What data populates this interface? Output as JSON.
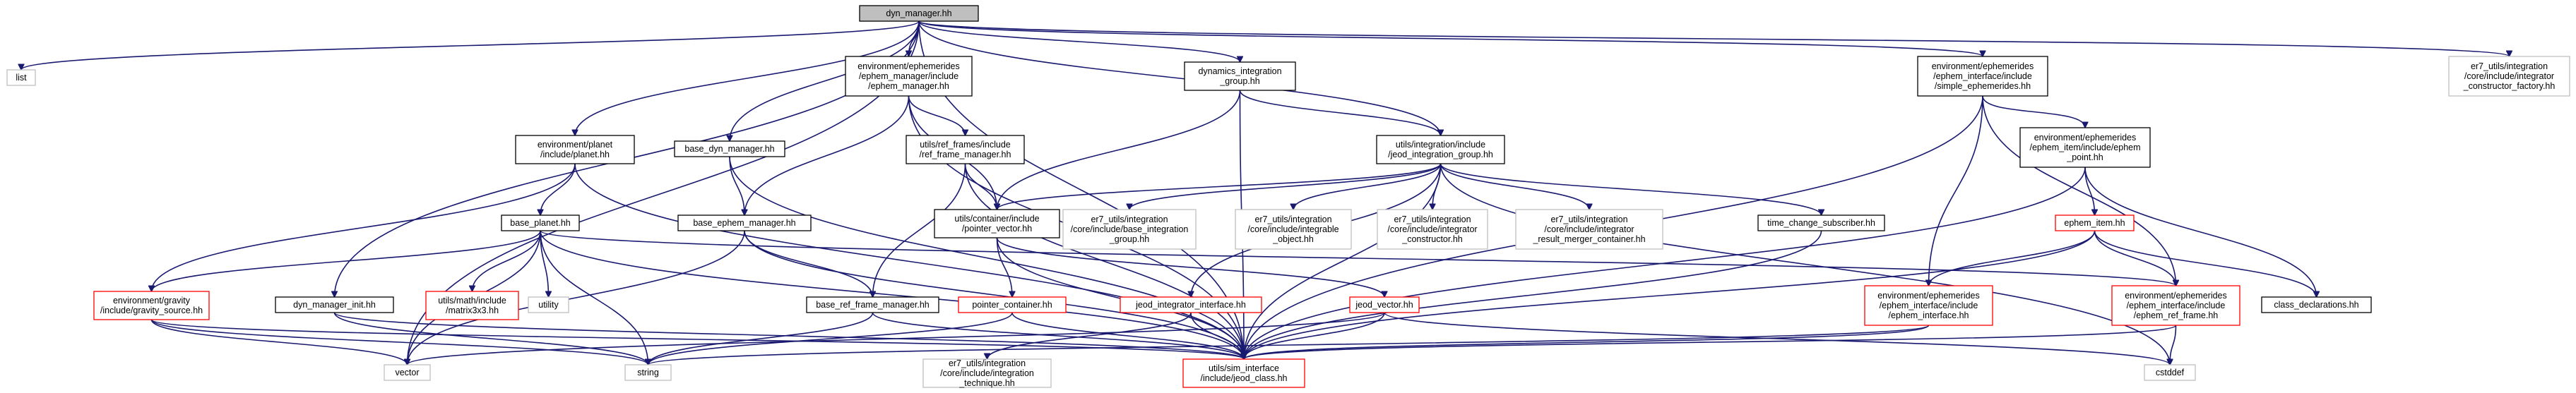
{
  "graph": {
    "colors": {
      "root_fill": "#bfbfbf",
      "root_border": "#000000",
      "normal_border": "#000000",
      "system_border": "#bfbfbf",
      "red_border": "#ff0000",
      "edge": "#191970",
      "text": "#000000",
      "background": "#ffffff"
    },
    "nodes": [
      {
        "id": "dyn_manager_hh",
        "style": "root",
        "lines": [
          "dyn_manager.hh"
        ]
      },
      {
        "id": "list",
        "style": "system",
        "lines": [
          "list"
        ]
      },
      {
        "id": "planet_hh",
        "style": "normal",
        "lines": [
          "environment/planet",
          "/include/planet.hh"
        ]
      },
      {
        "id": "ephem_manager_hh",
        "style": "normal",
        "lines": [
          "environment/ephemerides",
          "/ephem_manager/include",
          "/ephem_manager.hh"
        ]
      },
      {
        "id": "base_dyn_manager_hh",
        "style": "normal",
        "lines": [
          "base_dyn_manager.hh"
        ]
      },
      {
        "id": "dynamics_integration_group_hh",
        "style": "normal",
        "lines": [
          "dynamics_integration",
          "_group.hh"
        ]
      },
      {
        "id": "ref_frame_manager_hh",
        "style": "normal",
        "lines": [
          "utils/ref_frames/include",
          "/ref_frame_manager.hh"
        ]
      },
      {
        "id": "jeod_integration_group_hh",
        "style": "normal",
        "lines": [
          "utils/integration/include",
          "/jeod_integration_group.hh"
        ]
      },
      {
        "id": "simple_ephemerides_hh",
        "style": "normal",
        "lines": [
          "environment/ephemerides",
          "/ephem_interface/include",
          "/simple_ephemerides.hh"
        ]
      },
      {
        "id": "integrator_constructor_factory_hh",
        "style": "system",
        "lines": [
          "er7_utils/integration",
          "/core/include/integrator",
          "_constructor_factory.hh"
        ]
      },
      {
        "id": "ephem_point_hh",
        "style": "normal",
        "lines": [
          "environment/ephemerides",
          "/ephem_item/include/ephem",
          "_point.hh"
        ]
      },
      {
        "id": "base_planet_hh",
        "style": "normal",
        "lines": [
          "base_planet.hh"
        ]
      },
      {
        "id": "base_ephem_manager_hh",
        "style": "normal",
        "lines": [
          "base_ephem_manager.hh"
        ]
      },
      {
        "id": "pointer_vector_hh",
        "style": "normal",
        "lines": [
          "utils/container/include",
          "/pointer_vector.hh"
        ]
      },
      {
        "id": "base_integration_group_hh",
        "style": "system",
        "lines": [
          "er7_utils/integration",
          "/core/include/base_integration",
          "_group.hh"
        ]
      },
      {
        "id": "integrable_object_hh",
        "style": "system",
        "lines": [
          "er7_utils/integration",
          "/core/include/integrable",
          "_object.hh"
        ]
      },
      {
        "id": "integrator_constructor_hh",
        "style": "system",
        "lines": [
          "er7_utils/integration",
          "/core/include/integrator",
          "_constructor.hh"
        ]
      },
      {
        "id": "integrator_result_merger_container_hh",
        "style": "system",
        "lines": [
          "er7_utils/integration",
          "/core/include/integrator",
          "_result_merger_container.hh"
        ]
      },
      {
        "id": "time_change_subscriber_hh",
        "style": "normal",
        "lines": [
          "time_change_subscriber.hh"
        ]
      },
      {
        "id": "ephem_item_hh",
        "style": "red",
        "lines": [
          "ephem_item.hh"
        ]
      },
      {
        "id": "gravity_source_hh",
        "style": "red",
        "lines": [
          "environment/gravity",
          "/include/gravity_source.hh"
        ]
      },
      {
        "id": "matrix3x3_hh",
        "style": "red",
        "lines": [
          "utils/math/include",
          "/matrix3x3.hh"
        ]
      },
      {
        "id": "utility",
        "style": "system",
        "lines": [
          "utility"
        ]
      },
      {
        "id": "dyn_manager_init_hh",
        "style": "normal",
        "lines": [
          "dyn_manager_init.hh"
        ]
      },
      {
        "id": "base_ref_frame_manager_hh",
        "style": "normal",
        "lines": [
          "base_ref_frame_manager.hh"
        ]
      },
      {
        "id": "pointer_container_hh",
        "style": "red",
        "lines": [
          "pointer_container.hh"
        ]
      },
      {
        "id": "jeod_integrator_interface_hh",
        "style": "red",
        "lines": [
          "jeod_integrator_interface.hh"
        ]
      },
      {
        "id": "jeod_vector_hh",
        "style": "red",
        "lines": [
          "jeod_vector.hh"
        ]
      },
      {
        "id": "ephem_interface_hh",
        "style": "red",
        "lines": [
          "environment/ephemerides",
          "/ephem_interface/include",
          "/ephem_interface.hh"
        ]
      },
      {
        "id": "ephem_ref_frame_hh",
        "style": "red",
        "lines": [
          "environment/ephemerides",
          "/ephem_interface/include",
          "/ephem_ref_frame.hh"
        ]
      },
      {
        "id": "class_declarations_hh",
        "style": "normal",
        "lines": [
          "class_declarations.hh"
        ]
      },
      {
        "id": "vector",
        "style": "system",
        "lines": [
          "vector"
        ]
      },
      {
        "id": "string",
        "style": "system",
        "lines": [
          "string"
        ]
      },
      {
        "id": "integration_technique_hh",
        "style": "system",
        "lines": [
          "er7_utils/integration",
          "/core/include/integration",
          "_technique.hh"
        ]
      },
      {
        "id": "jeod_class_hh",
        "style": "red",
        "lines": [
          "utils/sim_interface",
          "/include/jeod_class.hh"
        ]
      },
      {
        "id": "cstddef",
        "style": "system",
        "lines": [
          "cstddef"
        ]
      }
    ],
    "edges": [
      [
        "dyn_manager_hh",
        "list"
      ],
      [
        "dyn_manager_hh",
        "planet_hh"
      ],
      [
        "dyn_manager_hh",
        "ephem_manager_hh"
      ],
      [
        "dyn_manager_hh",
        "base_dyn_manager_hh"
      ],
      [
        "dyn_manager_hh",
        "dynamics_integration_group_hh"
      ],
      [
        "dyn_manager_hh",
        "jeod_integration_group_hh"
      ],
      [
        "dyn_manager_hh",
        "simple_ephemerides_hh"
      ],
      [
        "dyn_manager_hh",
        "integrator_constructor_factory_hh"
      ],
      [
        "dyn_manager_hh",
        "dyn_manager_init_hh"
      ],
      [
        "dyn_manager_hh",
        "vector"
      ],
      [
        "dyn_manager_hh",
        "jeod_class_hh"
      ],
      [
        "planet_hh",
        "base_planet_hh"
      ],
      [
        "planet_hh",
        "gravity_source_hh"
      ],
      [
        "planet_hh",
        "jeod_class_hh"
      ],
      [
        "ephem_manager_hh",
        "ref_frame_manager_hh"
      ],
      [
        "ephem_manager_hh",
        "base_ephem_manager_hh"
      ],
      [
        "ephem_manager_hh",
        "pointer_vector_hh"
      ],
      [
        "ephem_manager_hh",
        "jeod_class_hh"
      ],
      [
        "base_dyn_manager_hh",
        "base_ephem_manager_hh"
      ],
      [
        "base_dyn_manager_hh",
        "jeod_class_hh"
      ],
      [
        "dynamics_integration_group_hh",
        "jeod_integration_group_hh"
      ],
      [
        "dynamics_integration_group_hh",
        "pointer_vector_hh"
      ],
      [
        "dynamics_integration_group_hh",
        "jeod_class_hh"
      ],
      [
        "ref_frame_manager_hh",
        "pointer_vector_hh"
      ],
      [
        "ref_frame_manager_hh",
        "base_ref_frame_manager_hh"
      ],
      [
        "ref_frame_manager_hh",
        "jeod_class_hh"
      ],
      [
        "jeod_integration_group_hh",
        "pointer_vector_hh"
      ],
      [
        "jeod_integration_group_hh",
        "base_integration_group_hh"
      ],
      [
        "jeod_integration_group_hh",
        "integrable_object_hh"
      ],
      [
        "jeod_integration_group_hh",
        "integrator_constructor_hh"
      ],
      [
        "jeod_integration_group_hh",
        "integrator_result_merger_container_hh"
      ],
      [
        "jeod_integration_group_hh",
        "time_change_subscriber_hh"
      ],
      [
        "jeod_integration_group_hh",
        "jeod_integrator_interface_hh"
      ],
      [
        "jeod_integration_group_hh",
        "jeod_class_hh"
      ],
      [
        "jeod_integration_group_hh",
        "cstddef"
      ],
      [
        "simple_ephemerides_hh",
        "ephem_point_hh"
      ],
      [
        "simple_ephemerides_hh",
        "ephem_interface_hh"
      ],
      [
        "simple_ephemerides_hh",
        "ephem_ref_frame_hh"
      ],
      [
        "simple_ephemerides_hh",
        "jeod_class_hh"
      ],
      [
        "ephem_point_hh",
        "ephem_item_hh"
      ],
      [
        "ephem_point_hh",
        "class_declarations_hh"
      ],
      [
        "ephem_point_hh",
        "jeod_class_hh"
      ],
      [
        "base_planet_hh",
        "gravity_source_hh"
      ],
      [
        "base_planet_hh",
        "matrix3x3_hh"
      ],
      [
        "base_planet_hh",
        "utility"
      ],
      [
        "base_planet_hh",
        "ephem_ref_frame_hh"
      ],
      [
        "base_planet_hh",
        "string"
      ],
      [
        "base_planet_hh",
        "vector"
      ],
      [
        "base_planet_hh",
        "jeod_class_hh"
      ],
      [
        "base_ephem_manager_hh",
        "base_ref_frame_manager_hh"
      ],
      [
        "base_ephem_manager_hh",
        "vector"
      ],
      [
        "base_ephem_manager_hh",
        "jeod_class_hh"
      ],
      [
        "pointer_vector_hh",
        "pointer_container_hh"
      ],
      [
        "pointer_vector_hh",
        "jeod_vector_hh"
      ],
      [
        "pointer_vector_hh",
        "jeod_class_hh"
      ],
      [
        "time_change_subscriber_hh",
        "jeod_class_hh"
      ],
      [
        "ephem_item_hh",
        "ephem_interface_hh"
      ],
      [
        "ephem_item_hh",
        "ephem_ref_frame_hh"
      ],
      [
        "ephem_item_hh",
        "class_declarations_hh"
      ],
      [
        "ephem_item_hh",
        "jeod_class_hh"
      ],
      [
        "gravity_source_hh",
        "vector"
      ],
      [
        "gravity_source_hh",
        "string"
      ],
      [
        "gravity_source_hh",
        "jeod_class_hh"
      ],
      [
        "dyn_manager_init_hh",
        "string"
      ],
      [
        "dyn_manager_init_hh",
        "jeod_class_hh"
      ],
      [
        "base_ref_frame_manager_hh",
        "string"
      ],
      [
        "base_ref_frame_manager_hh",
        "jeod_class_hh"
      ],
      [
        "pointer_container_hh",
        "string"
      ],
      [
        "pointer_container_hh",
        "jeod_class_hh"
      ],
      [
        "jeod_integrator_interface_hh",
        "integration_technique_hh"
      ],
      [
        "jeod_integrator_interface_hh",
        "jeod_class_hh"
      ],
      [
        "jeod_vector_hh",
        "vector"
      ],
      [
        "jeod_vector_hh",
        "jeod_class_hh"
      ],
      [
        "jeod_vector_hh",
        "cstddef"
      ],
      [
        "ephem_interface_hh",
        "string"
      ],
      [
        "ephem_interface_hh",
        "jeod_class_hh"
      ],
      [
        "ephem_ref_frame_hh",
        "cstddef"
      ],
      [
        "ephem_ref_frame_hh",
        "jeod_class_hh"
      ]
    ]
  }
}
